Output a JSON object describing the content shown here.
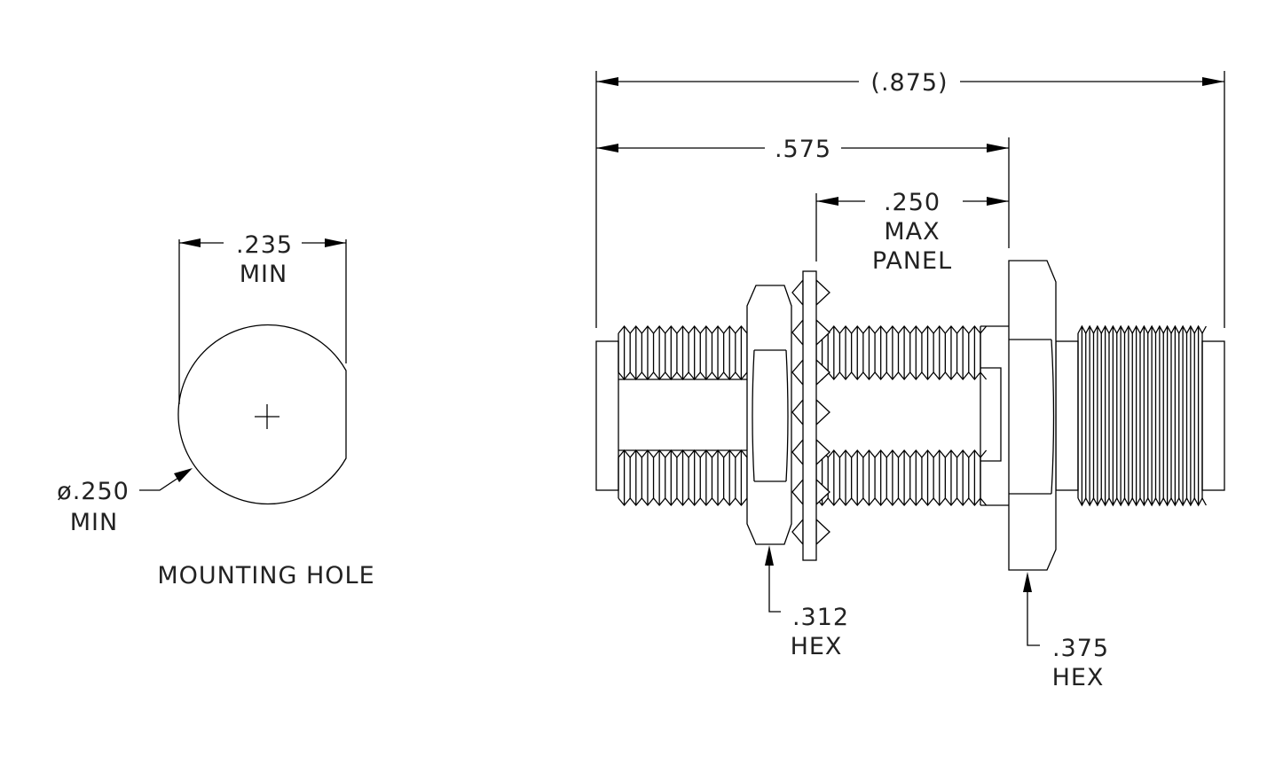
{
  "mounting_hole": {
    "width_dim": ".235",
    "width_note": "MIN",
    "diameter_dim": "ø.250",
    "diameter_note": "MIN",
    "caption": "MOUNTING HOLE"
  },
  "connector": {
    "overall_length": "(.875)",
    "length_to_flange": ".575",
    "panel_dim": ".250",
    "panel_note_1": "MAX",
    "panel_note_2": "PANEL",
    "small_hex_dim": ".312",
    "small_hex_note": "HEX",
    "large_hex_dim": ".375",
    "large_hex_note": "HEX"
  },
  "colors": {
    "line": "#000000",
    "background": "#ffffff"
  }
}
